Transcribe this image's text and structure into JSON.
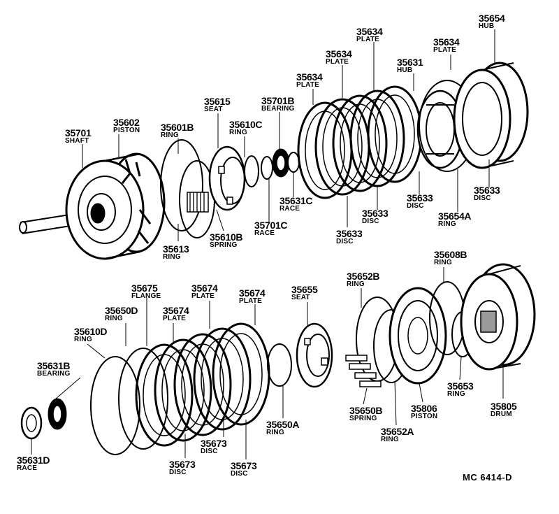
{
  "title_code": "MC  6414-D",
  "parts": [
    {
      "id": "p35701",
      "num": "35701",
      "name": "SHAFT"
    },
    {
      "id": "p35602",
      "num": "35602",
      "name": "PISTON"
    },
    {
      "id": "p35601B",
      "num": "35601B",
      "name": "RING"
    },
    {
      "id": "p35615",
      "num": "35615",
      "name": "SEAT"
    },
    {
      "id": "p35610C",
      "num": "35610C",
      "name": "RING"
    },
    {
      "id": "p35701B",
      "num": "35701B",
      "name": "BEARING"
    },
    {
      "id": "p35634a",
      "num": "35634",
      "name": "PLATE"
    },
    {
      "id": "p35634b",
      "num": "35634",
      "name": "PLATE"
    },
    {
      "id": "p35634c",
      "num": "35634",
      "name": "PLATE"
    },
    {
      "id": "p35634d",
      "num": "35634",
      "name": "PLATE"
    },
    {
      "id": "p35631",
      "num": "35631",
      "name": "HUB"
    },
    {
      "id": "p35654",
      "num": "35654",
      "name": "HUB"
    },
    {
      "id": "p35613",
      "num": "35613",
      "name": "RING"
    },
    {
      "id": "p35610B",
      "num": "35610B",
      "name": "SPRING"
    },
    {
      "id": "p35701C",
      "num": "35701C",
      "name": "RACE"
    },
    {
      "id": "p35631C",
      "num": "35631C",
      "name": "RACE"
    },
    {
      "id": "p35633a",
      "num": "35633",
      "name": "DISC"
    },
    {
      "id": "p35633b",
      "num": "35633",
      "name": "DISC"
    },
    {
      "id": "p35633c",
      "num": "35633",
      "name": "DISC"
    },
    {
      "id": "p35633d",
      "num": "35633",
      "name": "DISC"
    },
    {
      "id": "p35654A",
      "num": "35654A",
      "name": "RING"
    },
    {
      "id": "p35675",
      "num": "35675",
      "name": "FLANGE"
    },
    {
      "id": "p35650D",
      "num": "35650D",
      "name": "RING"
    },
    {
      "id": "p35610D",
      "num": "35610D",
      "name": "RING"
    },
    {
      "id": "p35631B",
      "num": "35631B",
      "name": "BEARING"
    },
    {
      "id": "p35631D",
      "num": "35631D",
      "name": "RACE"
    },
    {
      "id": "p35674a",
      "num": "35674",
      "name": "PLATE"
    },
    {
      "id": "p35674b",
      "num": "35674",
      "name": "PLATE"
    },
    {
      "id": "p35674c",
      "num": "35674",
      "name": "PLATE"
    },
    {
      "id": "p35655",
      "num": "35655",
      "name": "SEAT"
    },
    {
      "id": "p35673a",
      "num": "35673",
      "name": "DISC"
    },
    {
      "id": "p35673b",
      "num": "35673",
      "name": "DISC"
    },
    {
      "id": "p35673c",
      "num": "35673",
      "name": "DISC"
    },
    {
      "id": "p35650A",
      "num": "35650A",
      "name": "RING"
    },
    {
      "id": "p35652B",
      "num": "35652B",
      "name": "RING"
    },
    {
      "id": "p35650B",
      "num": "35650B",
      "name": "SPRING"
    },
    {
      "id": "p35652A",
      "num": "35652A",
      "name": "RING"
    },
    {
      "id": "p35806",
      "num": "35806",
      "name": "PISTON"
    },
    {
      "id": "p35608B",
      "num": "35608B",
      "name": "RING"
    },
    {
      "id": "p35653",
      "num": "35653",
      "name": "RING"
    },
    {
      "id": "p35805",
      "num": "35805",
      "name": "DRUM"
    }
  ]
}
